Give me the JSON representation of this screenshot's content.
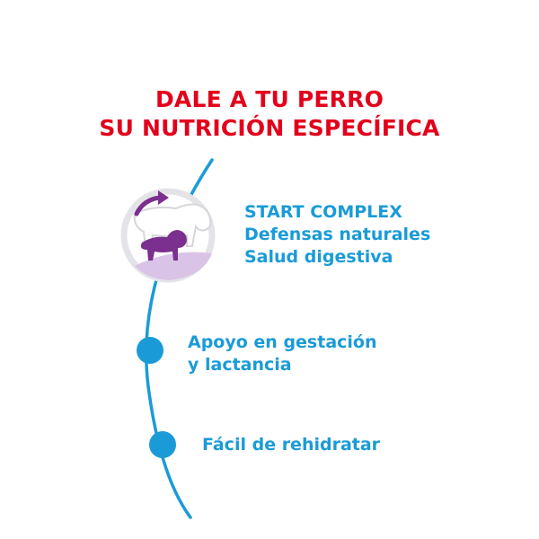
{
  "headline": {
    "line1": "DALE A TU PERRO",
    "line2": "SU NUTRICIÓN ESPECÍFICA"
  },
  "features": [
    {
      "lines": [
        "START COMPLEX",
        "Defensas naturales",
        "Salud digestiva"
      ]
    },
    {
      "lines": [
        "Apoyo en gestación",
        "y lactancia"
      ]
    },
    {
      "lines": [
        "Fácil de rehidratar"
      ]
    }
  ],
  "icon": {
    "name": "dog-and-puppy-growth-icon"
  },
  "colors": {
    "headline": "#e3001b",
    "accent_blue": "#1a9bd7",
    "purple": "#7b2f8e",
    "light_purple": "#d9c3e6",
    "gray_ring": "#e4e4e8"
  }
}
